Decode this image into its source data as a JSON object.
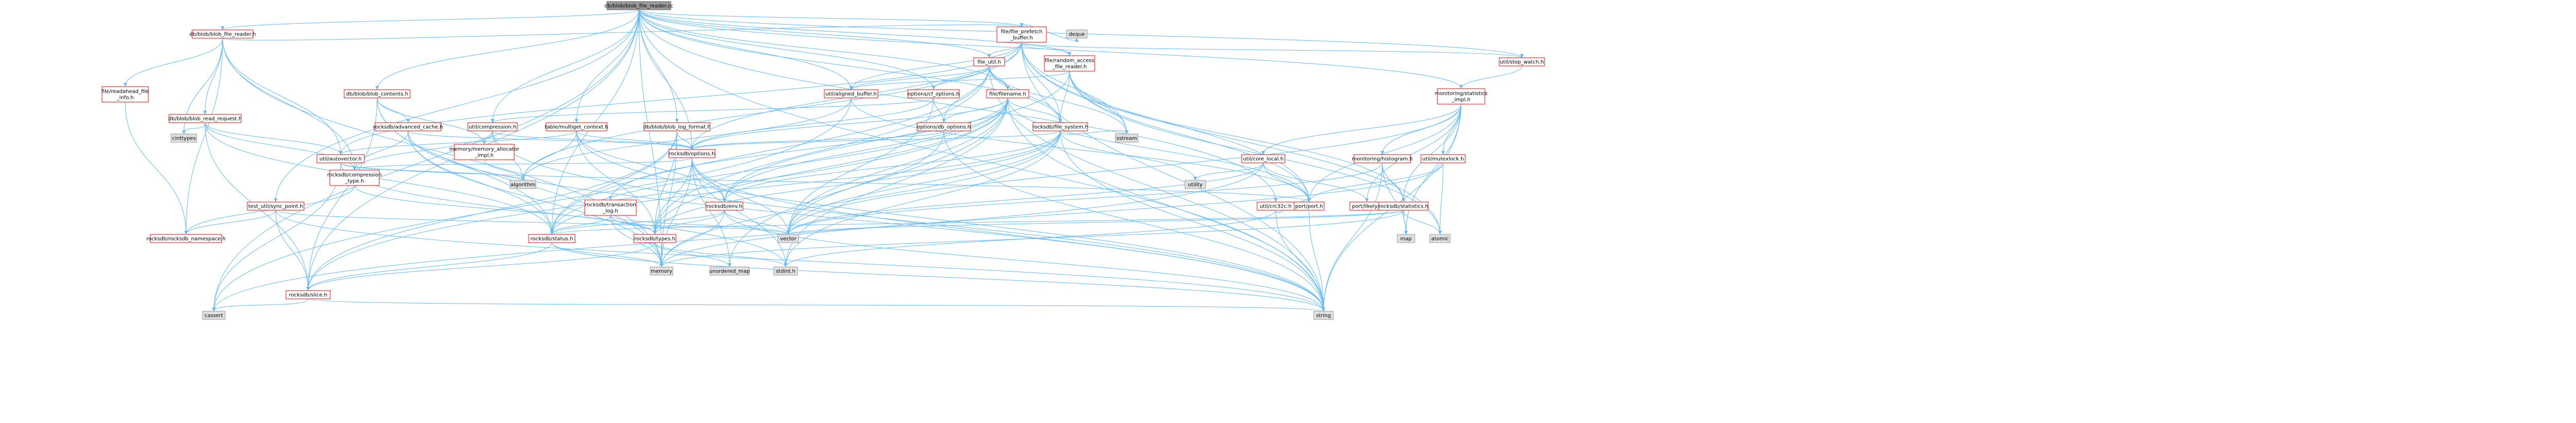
{
  "colors": {
    "root_fill": "#999999",
    "root_border": "#666666",
    "node_fill": "#ffffff",
    "node_border": "#ff0000",
    "external_fill": "#e0e0e0",
    "external_border": "#999999",
    "edge": "#63b8ff"
  },
  "nodes": [
    {
      "id": "root",
      "lines": [
        "db/blob/blob_file_reader.cc"
      ],
      "kind": "root"
    },
    {
      "id": "blob_file_reader_h",
      "lines": [
        "db/blob/blob_file_reader.h"
      ],
      "kind": "local"
    },
    {
      "id": "file_prefetch_buffer_h",
      "lines": [
        "file/file_prefetch",
        "_buffer.h"
      ],
      "kind": "local"
    },
    {
      "id": "deque",
      "lines": [
        "deque"
      ],
      "kind": "external"
    },
    {
      "id": "random_access_file_reader_h",
      "lines": [
        "file/random_access",
        "_file_reader.h"
      ],
      "kind": "local"
    },
    {
      "id": "file_util_h",
      "lines": [
        "file_util.h"
      ],
      "kind": "local"
    },
    {
      "id": "stop_watch_h",
      "lines": [
        "util/stop_watch.h"
      ],
      "kind": "local"
    },
    {
      "id": "readahead_file_info_h",
      "lines": [
        "file/readahead_file",
        "_info.h"
      ],
      "kind": "local"
    },
    {
      "id": "cinttypes",
      "lines": [
        "cinttypes"
      ],
      "kind": "external"
    },
    {
      "id": "blob_contents_h",
      "lines": [
        "db/blob/blob_contents.h"
      ],
      "kind": "local"
    },
    {
      "id": "blob_read_request_h",
      "lines": [
        "db/blob/blob_read_request.h"
      ],
      "kind": "local"
    },
    {
      "id": "aligned_buffer_h",
      "lines": [
        "util/aligned_buffer.h"
      ],
      "kind": "local"
    },
    {
      "id": "cf_options_h",
      "lines": [
        "options/cf_options.h"
      ],
      "kind": "local"
    },
    {
      "id": "filename_h",
      "lines": [
        "file/filename.h"
      ],
      "kind": "local"
    },
    {
      "id": "blob_log_format_h",
      "lines": [
        "db/blob/blob_log_format.h"
      ],
      "kind": "local"
    },
    {
      "id": "multiget_context_h",
      "lines": [
        "table/multiget_context.h"
      ],
      "kind": "local"
    },
    {
      "id": "compression_h",
      "lines": [
        "util/compression.h"
      ],
      "kind": "local"
    },
    {
      "id": "advanced_cache_h",
      "lines": [
        "rocksdb/advanced_cache.h"
      ],
      "kind": "local"
    },
    {
      "id": "db_options_h",
      "lines": [
        "options/db_options.h"
      ],
      "kind": "local"
    },
    {
      "id": "file_system_h",
      "lines": [
        "rocksdb/file_system.h"
      ],
      "kind": "local"
    },
    {
      "id": "sstream",
      "lines": [
        "sstream"
      ],
      "kind": "external"
    },
    {
      "id": "statistics_impl_h",
      "lines": [
        "monitoring/statistics",
        "_impl.h"
      ],
      "kind": "local"
    },
    {
      "id": "memory_allocator_impl_h",
      "lines": [
        "memory/memory_allocator",
        "_impl.h"
      ],
      "kind": "local"
    },
    {
      "id": "autovector_h",
      "lines": [
        "util/autovector.h"
      ],
      "kind": "local"
    },
    {
      "id": "options_h",
      "lines": [
        "rocksdb/options.h"
      ],
      "kind": "local"
    },
    {
      "id": "core_local_h",
      "lines": [
        "util/core_local.h"
      ],
      "kind": "local"
    },
    {
      "id": "histogram_h",
      "lines": [
        "monitoring/histogram.h"
      ],
      "kind": "local"
    },
    {
      "id": "mutexlock_h",
      "lines": [
        "util/mutexlock.h"
      ],
      "kind": "local"
    },
    {
      "id": "crc32c_h",
      "lines": [
        "util/crc32c.h"
      ],
      "kind": "local"
    },
    {
      "id": "algorithm",
      "lines": [
        "algorithm"
      ],
      "kind": "external"
    },
    {
      "id": "compression_type_h",
      "lines": [
        "rocksdb/compression",
        "_type.h"
      ],
      "kind": "local"
    },
    {
      "id": "sync_point_h",
      "lines": [
        "test_util/sync_point.h"
      ],
      "kind": "local"
    },
    {
      "id": "transaction_log_h",
      "lines": [
        "rocksdb/transaction",
        "_log.h"
      ],
      "kind": "local"
    },
    {
      "id": "env_h",
      "lines": [
        "rocksdb/env.h"
      ],
      "kind": "local"
    },
    {
      "id": "utility",
      "lines": [
        "utility"
      ],
      "kind": "external"
    },
    {
      "id": "port_h",
      "lines": [
        "port/port.h"
      ],
      "kind": "local"
    },
    {
      "id": "likely_h",
      "lines": [
        "port/likely.h"
      ],
      "kind": "local"
    },
    {
      "id": "statistics_h",
      "lines": [
        "rocksdb/statistics.h"
      ],
      "kind": "local"
    },
    {
      "id": "rocksdb_namespace_h",
      "lines": [
        "rocksdb/rocksdb_namespace.h"
      ],
      "kind": "local"
    },
    {
      "id": "status_h",
      "lines": [
        "rocksdb/status.h"
      ],
      "kind": "local"
    },
    {
      "id": "types_h",
      "lines": [
        "rocksdb/types.h"
      ],
      "kind": "local"
    },
    {
      "id": "vector",
      "lines": [
        "vector"
      ],
      "kind": "external"
    },
    {
      "id": "map",
      "lines": [
        "map"
      ],
      "kind": "external"
    },
    {
      "id": "atomic",
      "lines": [
        "atomic"
      ],
      "kind": "external"
    },
    {
      "id": "memory",
      "lines": [
        "memory"
      ],
      "kind": "external"
    },
    {
      "id": "unordered_map",
      "lines": [
        "unordered_map"
      ],
      "kind": "external"
    },
    {
      "id": "stdint_h",
      "lines": [
        "stdint.h"
      ],
      "kind": "external"
    },
    {
      "id": "slice_h",
      "lines": [
        "rocksdb/slice.h"
      ],
      "kind": "local"
    },
    {
      "id": "cassert",
      "lines": [
        "cassert"
      ],
      "kind": "external"
    },
    {
      "id": "string",
      "lines": [
        "string"
      ],
      "kind": "external"
    }
  ],
  "edges": [
    [
      "root",
      "blob_file_reader_h"
    ],
    [
      "root",
      "file_prefetch_buffer_h"
    ],
    [
      "root",
      "random_access_file_reader_h"
    ],
    [
      "root",
      "file_util_h"
    ],
    [
      "root",
      "stop_watch_h"
    ],
    [
      "root",
      "cassert"
    ],
    [
      "root",
      "string"
    ],
    [
      "root",
      "blob_contents_h"
    ],
    [
      "root",
      "blob_log_format_h"
    ],
    [
      "root",
      "multiget_context_h"
    ],
    [
      "root",
      "compression_h"
    ],
    [
      "root",
      "filename_h"
    ],
    [
      "root",
      "cf_options_h"
    ],
    [
      "root",
      "aligned_buffer_h"
    ],
    [
      "root",
      "file_system_h"
    ],
    [
      "root",
      "options_h"
    ],
    [
      "root",
      "status_h"
    ],
    [
      "root",
      "slice_h"
    ],
    [
      "root",
      "statistics_impl_h"
    ],
    [
      "root",
      "crc32c_h"
    ],
    [
      "root",
      "sync_point_h"
    ],
    [
      "root",
      "memory"
    ],
    [
      "blob_file_reader_h",
      "cinttypes"
    ],
    [
      "blob_file_reader_h",
      "memory"
    ],
    [
      "blob_file_reader_h",
      "blob_read_request_h"
    ],
    [
      "blob_file_reader_h",
      "file_prefetch_buffer_h"
    ],
    [
      "blob_file_reader_h",
      "readahead_file_info_h"
    ],
    [
      "blob_file_reader_h",
      "compression_type_h"
    ],
    [
      "blob_file_reader_h",
      "rocksdb_namespace_h"
    ],
    [
      "blob_file_reader_h",
      "autovector_h"
    ],
    [
      "file_prefetch_buffer_h",
      "deque"
    ],
    [
      "file_prefetch_buffer_h",
      "random_access_file_reader_h"
    ],
    [
      "file_prefetch_buffer_h",
      "file_util_h"
    ],
    [
      "file_prefetch_buffer_h",
      "stop_watch_h"
    ],
    [
      "file_prefetch_buffer_h",
      "sstream"
    ],
    [
      "file_prefetch_buffer_h",
      "aligned_buffer_h"
    ],
    [
      "file_prefetch_buffer_h",
      "file_system_h"
    ],
    [
      "file_prefetch_buffer_h",
      "options_h"
    ],
    [
      "file_prefetch_buffer_h",
      "autovector_h"
    ],
    [
      "file_prefetch_buffer_h",
      "port_h"
    ],
    [
      "file_prefetch_buffer_h",
      "atomic"
    ],
    [
      "file_prefetch_buffer_h",
      "algorithm"
    ],
    [
      "file_prefetch_buffer_h",
      "string"
    ],
    [
      "random_access_file_reader_h",
      "aligned_buffer_h"
    ],
    [
      "random_access_file_reader_h",
      "file_system_h"
    ],
    [
      "random_access_file_reader_h",
      "env_h"
    ],
    [
      "random_access_file_reader_h",
      "statistics_h"
    ],
    [
      "random_access_file_reader_h",
      "port_h"
    ],
    [
      "random_access_file_reader_h",
      "sstream"
    ],
    [
      "random_access_file_reader_h",
      "atomic"
    ],
    [
      "file_util_h",
      "filename_h"
    ],
    [
      "file_util_h",
      "cf_options_h"
    ],
    [
      "file_util_h",
      "db_options_h"
    ],
    [
      "file_util_h",
      "file_system_h"
    ],
    [
      "file_util_h",
      "aligned_buffer_h"
    ],
    [
      "file_util_h",
      "status_h"
    ],
    [
      "file_util_h",
      "types_h"
    ],
    [
      "file_util_h",
      "string"
    ],
    [
      "file_util_h",
      "sstream"
    ],
    [
      "stop_watch_h",
      "statistics_impl_h"
    ],
    [
      "readahead_file_info_h",
      "rocksdb_namespace_h"
    ],
    [
      "blob_contents_h",
      "advanced_cache_h"
    ],
    [
      "blob_contents_h",
      "memory_allocator_impl_h"
    ],
    [
      "blob_contents_h",
      "slice_h"
    ],
    [
      "blob_contents_h",
      "status_h"
    ],
    [
      "blob_contents_h",
      "memory"
    ],
    [
      "blob_read_request_h",
      "cinttypes"
    ],
    [
      "blob_read_request_h",
      "compression_type_h"
    ],
    [
      "blob_read_request_h",
      "slice_h"
    ],
    [
      "blob_read_request_h",
      "status_h"
    ],
    [
      "blob_read_request_h",
      "autovector_h"
    ],
    [
      "aligned_buffer_h",
      "algorithm"
    ],
    [
      "aligned_buffer_h",
      "cassert"
    ],
    [
      "aligned_buffer_h",
      "port_h"
    ],
    [
      "cf_options_h",
      "db_options_h"
    ],
    [
      "cf_options_h",
      "options_h"
    ],
    [
      "cf_options_h",
      "compression_h"
    ],
    [
      "cf_options_h",
      "vector"
    ],
    [
      "filename_h",
      "db_options_h"
    ],
    [
      "filename_h",
      "file_system_h"
    ],
    [
      "filename_h",
      "options_h"
    ],
    [
      "filename_h",
      "env_h"
    ],
    [
      "filename_h",
      "transaction_log_h"
    ],
    [
      "filename_h",
      "port_h"
    ],
    [
      "filename_h",
      "slice_h"
    ],
    [
      "filename_h",
      "status_h"
    ],
    [
      "filename_h",
      "types_h"
    ],
    [
      "filename_h",
      "string"
    ],
    [
      "filename_h",
      "unordered_map"
    ],
    [
      "filename_h",
      "vector"
    ],
    [
      "filename_h",
      "stdint_h"
    ],
    [
      "blob_log_format_h",
      "options_h"
    ],
    [
      "blob_log_format_h",
      "slice_h"
    ],
    [
      "blob_log_format_h",
      "status_h"
    ],
    [
      "blob_log_format_h",
      "types_h"
    ],
    [
      "blob_log_format_h",
      "memory"
    ],
    [
      "multiget_context_h",
      "options_h"
    ],
    [
      "multiget_context_h",
      "env_h"
    ],
    [
      "multiget_context_h",
      "types_h"
    ],
    [
      "multiget_context_h",
      "autovector_h"
    ],
    [
      "multiget_context_h",
      "algorithm"
    ],
    [
      "multiget_context_h",
      "string"
    ],
    [
      "compression_h",
      "memory_allocator_impl_h"
    ],
    [
      "compression_h",
      "compression_type_h"
    ],
    [
      "compression_h",
      "options_h"
    ],
    [
      "compression_h",
      "algorithm"
    ],
    [
      "compression_h",
      "string"
    ],
    [
      "advanced_cache_h",
      "options_h"
    ],
    [
      "advanced_cache_h",
      "compression_type_h"
    ],
    [
      "advanced_cache_h",
      "status_h"
    ],
    [
      "advanced_cache_h",
      "memory"
    ],
    [
      "advanced_cache_h",
      "string"
    ],
    [
      "db_options_h",
      "options_h"
    ],
    [
      "db_options_h",
      "vector"
    ],
    [
      "db_options_h",
      "string"
    ],
    [
      "file_system_h",
      "options_h"
    ],
    [
      "file_system_h",
      "env_h"
    ],
    [
      "file_system_h",
      "types_h"
    ],
    [
      "file_system_h",
      "status_h"
    ],
    [
      "file_system_h",
      "sstream"
    ],
    [
      "file_system_h",
      "vector"
    ],
    [
      "file_system_h",
      "memory"
    ],
    [
      "file_system_h",
      "stdint_h"
    ],
    [
      "file_system_h",
      "string"
    ],
    [
      "file_system_h",
      "utility"
    ],
    [
      "statistics_impl_h",
      "core_local_h"
    ],
    [
      "statistics_impl_h",
      "histogram_h"
    ],
    [
      "statistics_impl_h",
      "mutexlock_h"
    ],
    [
      "statistics_impl_h",
      "statistics_h"
    ],
    [
      "statistics_impl_h",
      "likely_h"
    ],
    [
      "statistics_impl_h",
      "port_h"
    ],
    [
      "statistics_impl_h",
      "map"
    ],
    [
      "statistics_impl_h",
      "vector"
    ],
    [
      "statistics_impl_h",
      "string"
    ],
    [
      "memory_allocator_impl_h",
      "algorithm"
    ],
    [
      "autovector_h",
      "algorithm"
    ],
    [
      "autovector_h",
      "cassert"
    ],
    [
      "autovector_h",
      "port_h"
    ],
    [
      "autovector_h",
      "stdint_h"
    ],
    [
      "options_h",
      "compression_type_h"
    ],
    [
      "options_h",
      "env_h"
    ],
    [
      "options_h",
      "types_h"
    ],
    [
      "options_h",
      "vector"
    ],
    [
      "options_h",
      "memory"
    ],
    [
      "options_h",
      "unordered_map"
    ],
    [
      "options_h",
      "stdint_h"
    ],
    [
      "options_h",
      "string"
    ],
    [
      "core_local_h",
      "port_h"
    ],
    [
      "core_local_h",
      "likely_h"
    ],
    [
      "core_local_h",
      "utility"
    ],
    [
      "core_local_h",
      "vector"
    ],
    [
      "core_local_h",
      "cassert"
    ],
    [
      "histogram_h",
      "statistics_h"
    ],
    [
      "histogram_h",
      "map"
    ],
    [
      "histogram_h",
      "string"
    ],
    [
      "histogram_h",
      "vector"
    ],
    [
      "mutexlock_h",
      "port_h"
    ],
    [
      "mutexlock_h",
      "atomic"
    ],
    [
      "mutexlock_h",
      "memory"
    ],
    [
      "crc32c_h",
      "port_h"
    ],
    [
      "crc32c_h",
      "string"
    ],
    [
      "crc32c_h",
      "stdint_h"
    ],
    [
      "compression_type_h",
      "rocksdb_namespace_h"
    ],
    [
      "compression_type_h",
      "types_h"
    ],
    [
      "sync_point_h",
      "rocksdb_namespace_h"
    ],
    [
      "sync_point_h",
      "slice_h"
    ],
    [
      "sync_point_h",
      "string"
    ],
    [
      "sync_point_h",
      "vector"
    ],
    [
      "transaction_log_h",
      "status_h"
    ],
    [
      "transaction_log_h",
      "types_h"
    ],
    [
      "transaction_log_h",
      "memory"
    ],
    [
      "transaction_log_h",
      "vector"
    ],
    [
      "env_h",
      "status_h"
    ],
    [
      "env_h",
      "types_h"
    ],
    [
      "env_h",
      "memory"
    ],
    [
      "env_h",
      "vector"
    ],
    [
      "env_h",
      "string"
    ],
    [
      "port_h",
      "string"
    ],
    [
      "statistics_h",
      "status_h"
    ],
    [
      "statistics_h",
      "map"
    ],
    [
      "statistics_h",
      "atomic"
    ],
    [
      "statistics_h",
      "memory"
    ],
    [
      "statistics_h",
      "vector"
    ],
    [
      "status_h",
      "slice_h"
    ],
    [
      "status_h",
      "memory"
    ],
    [
      "status_h",
      "string"
    ],
    [
      "types_h",
      "slice_h"
    ],
    [
      "types_h",
      "stdint_h"
    ],
    [
      "types_h",
      "unordered_map"
    ],
    [
      "slice_h",
      "cassert"
    ],
    [
      "slice_h",
      "string"
    ]
  ]
}
